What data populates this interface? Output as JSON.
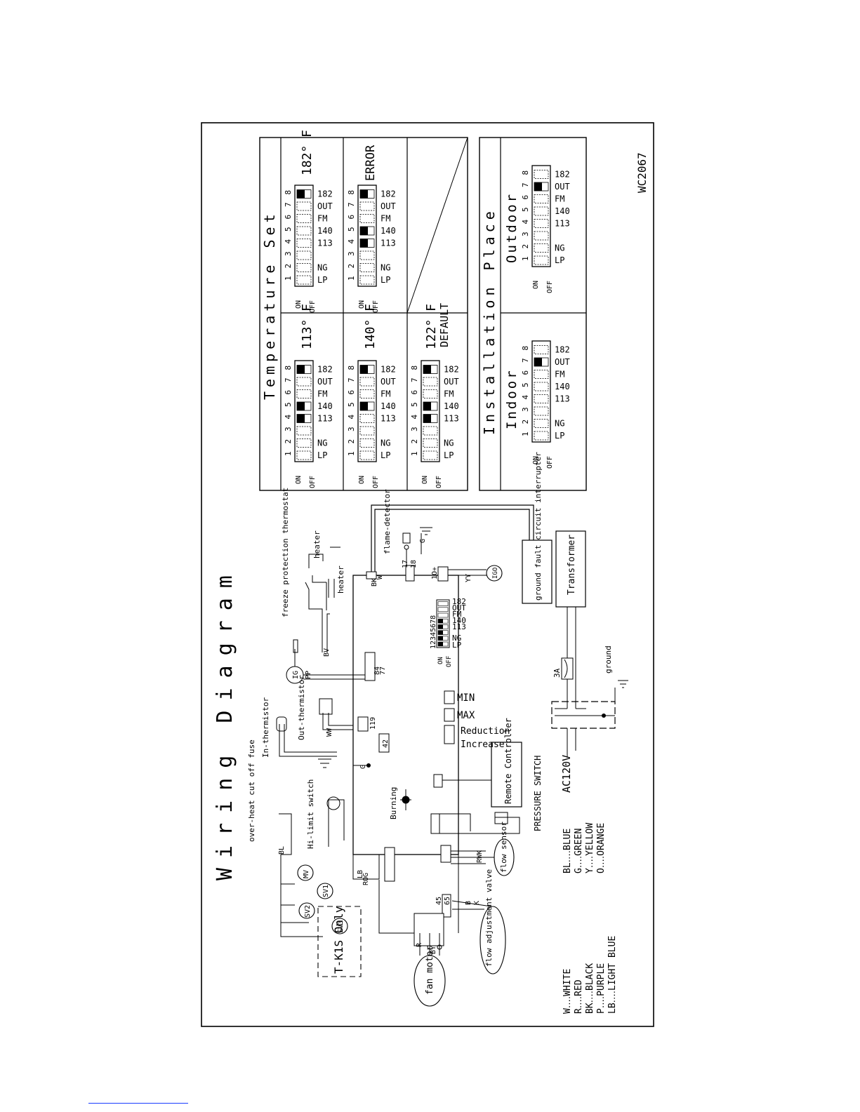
{
  "title": "Wiring Diagram",
  "doc_code": "WC2067",
  "temperature_set": {
    "heading": "Temperature Set",
    "settings": [
      {
        "label": "182° F",
        "pattern": [
          0,
          0,
          0,
          0,
          0,
          0,
          0,
          1
        ]
      },
      {
        "label": "113° F",
        "pattern": [
          0,
          0,
          0,
          1,
          1,
          0,
          0,
          1
        ]
      },
      {
        "label": "ERROR",
        "pattern": [
          0,
          0,
          0,
          1,
          1,
          0,
          0,
          1
        ]
      },
      {
        "label": "140° F",
        "pattern": [
          0,
          0,
          0,
          0,
          1,
          0,
          0,
          1
        ]
      },
      {
        "label": "122° F",
        "sublabel": "DEFAULT",
        "pattern": [
          0,
          0,
          0,
          1,
          1,
          0,
          0,
          1
        ]
      }
    ]
  },
  "installation_place": {
    "heading": "Installation Place",
    "indoor": "Indoor",
    "outdoor": "Outdoor"
  },
  "dip": {
    "on": "ON",
    "off": "OFF",
    "numbers": "1 2 3 4 5 6 7 8",
    "numbers_tight": "12345678",
    "right_labels": [
      "182",
      "OUT",
      "FM",
      "140",
      "113"
    ],
    "left_labels": [
      "NG",
      "LP"
    ]
  },
  "components": {
    "overheat_fuse": "over-heat cut off fuse",
    "hilimit_switch": "Hi-limit switch",
    "in_thermistor": "In-thermistor",
    "out_thermistor": "Out-thermistor",
    "freeze_thermostat": "freeze protection thermostat",
    "heater_a": "heater",
    "heater_b": "heater",
    "flame_detector": "flame-detector",
    "ground_fault": "ground fault circuit interrupter",
    "transformer": "Transformer",
    "fuse_3a": "3A",
    "ground": "ground",
    "ac120v": "AC120V",
    "remote_controller": "Remote Controller",
    "pressure_switch": "PRESSURE SWITCH",
    "burning": "Burning",
    "flow_sensor": "flow sensor",
    "flow_valve": "flow adjustment valve",
    "fan_motor": "fan motor",
    "tk1s_only": "T-K1S Only",
    "ig": "IG",
    "igo": "IGO",
    "sv1": "SV1",
    "sv2": "SV2",
    "sv3": "SV3",
    "mv": "MV"
  },
  "pot_labels": [
    "MIN",
    "MAX",
    "Reduction",
    "Increase"
  ],
  "connectors": [
    "1O+",
    "17",
    "18",
    "84",
    "77",
    "119",
    "42",
    "45",
    "65",
    "G"
  ],
  "wire_tags": [
    "BK",
    "W",
    "G",
    "YY",
    "BV",
    "PP",
    "WW",
    "BL",
    "LB",
    "ROG",
    "R",
    "B",
    "K",
    "RWK",
    "BY"
  ],
  "legend": [
    "W‥‥WHITE",
    "R‥‥RED",
    "BK‥‥BLACK",
    "P‥‥PURPLE",
    "LB‥‥LIGHT BLUE",
    "BL‥‥BLUE",
    "G‥‥GREEN",
    "Y‥‥YELLOW",
    "O‥‥ORANGE"
  ]
}
